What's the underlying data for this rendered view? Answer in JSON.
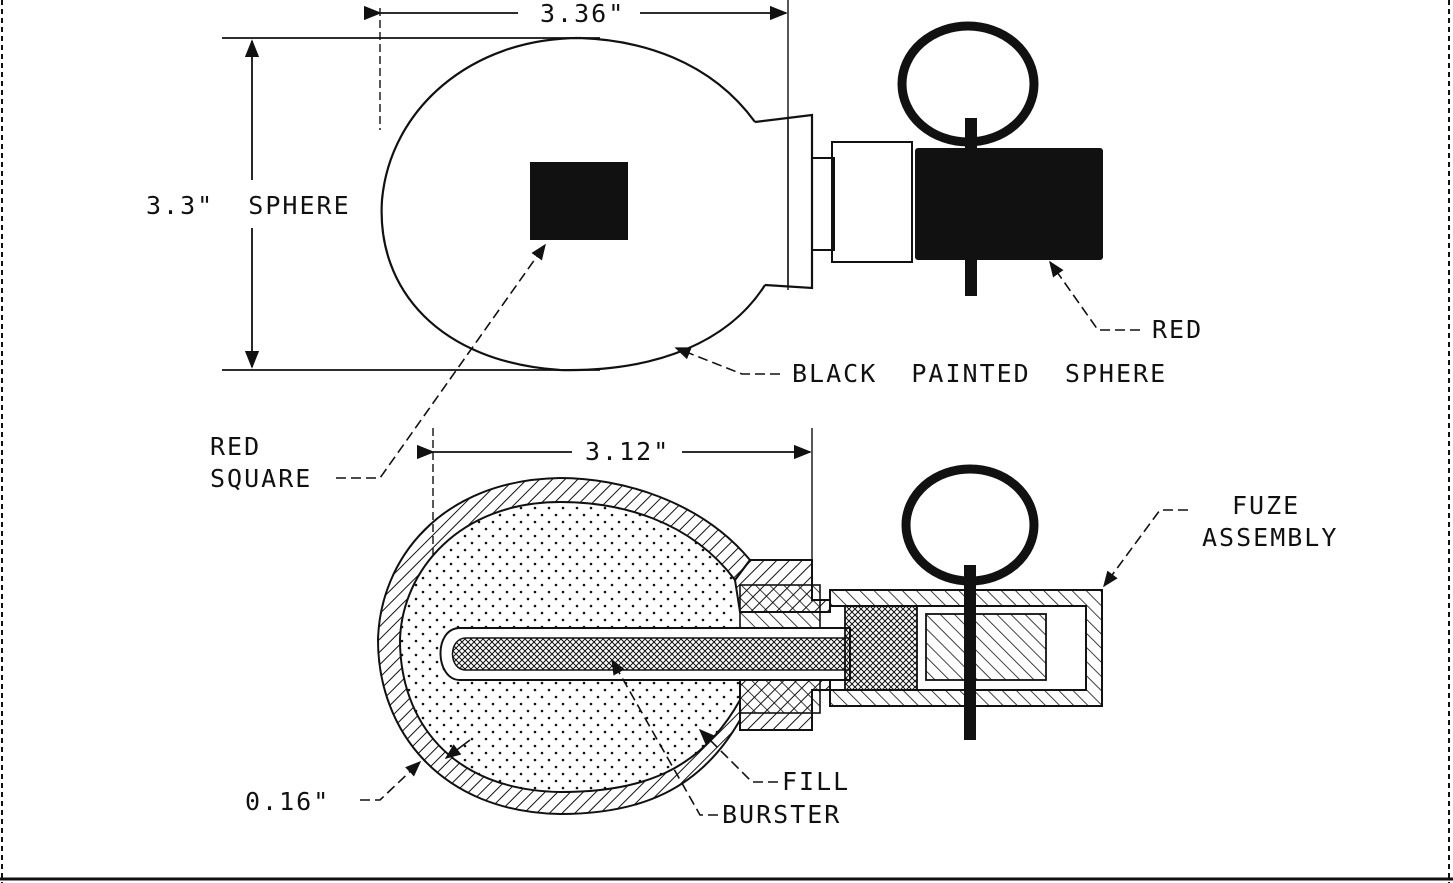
{
  "labels": {
    "dim_top_width": "3.36\"",
    "dim_sphere": "3.3\"  SPHERE",
    "red": "RED",
    "black_painted_sphere": "BLACK  PAINTED  SPHERE",
    "red_square_line1": "RED",
    "red_square_line2": "SQUARE",
    "dim_bottom_width": "3.12\"",
    "fuze_line1": "FUZE",
    "fuze_line2": "ASSEMBLY",
    "wall_thickness": "0.16\"",
    "fill": "FILL",
    "burster": "BURSTER"
  },
  "colors": {
    "ink": "#111111",
    "paper": "#ffffff"
  }
}
